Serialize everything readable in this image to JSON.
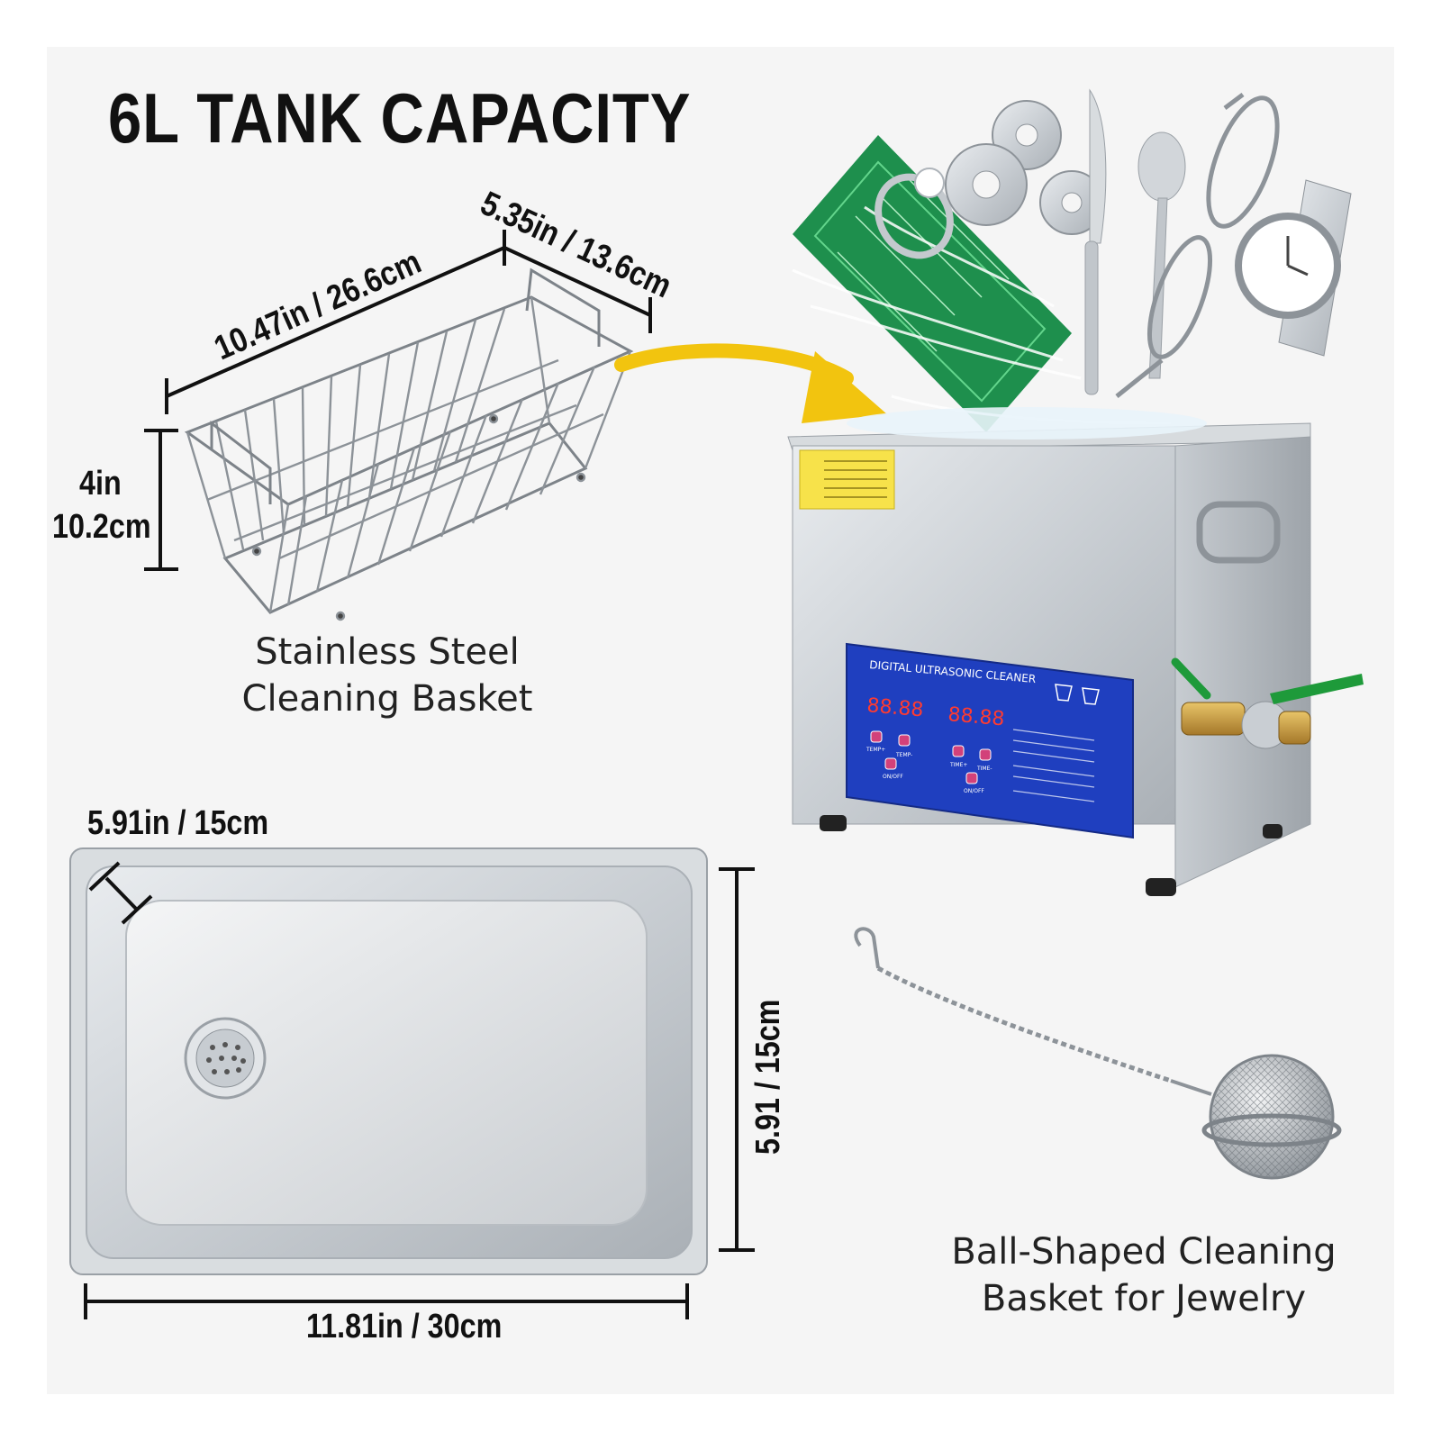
{
  "title": "6L TANK CAPACITY",
  "basket": {
    "length_label": "10.47in / 26.6cm",
    "width_label": "5.35in / 13.6cm",
    "height_label_in": "4in",
    "height_label_cm": "10.2cm",
    "caption_line1": "Stainless Steel",
    "caption_line2": "Cleaning Basket"
  },
  "tray": {
    "depth_label": "5.91in / 15cm",
    "side_label": "5.91 / 15cm",
    "length_label": "11.81in / 30cm"
  },
  "cleaner": {
    "panel_title": "DIGITAL ULTRASONIC CLEANER",
    "display_left": "88.88",
    "display_right": "88.88",
    "key_labels": [
      "TEMP+",
      "TEMP-",
      "ON/OFF",
      "TIME+",
      "TIME-",
      "ON/OFF"
    ],
    "accent_color": "#1f3fbf",
    "valve_color": "#1e9a3a"
  },
  "ball_basket": {
    "caption_line1": "Ball-Shaped Cleaning",
    "caption_line2": "Basket for Jewelry"
  },
  "colors": {
    "arrow": "#f2c40f",
    "background": "#f5f5f5"
  }
}
